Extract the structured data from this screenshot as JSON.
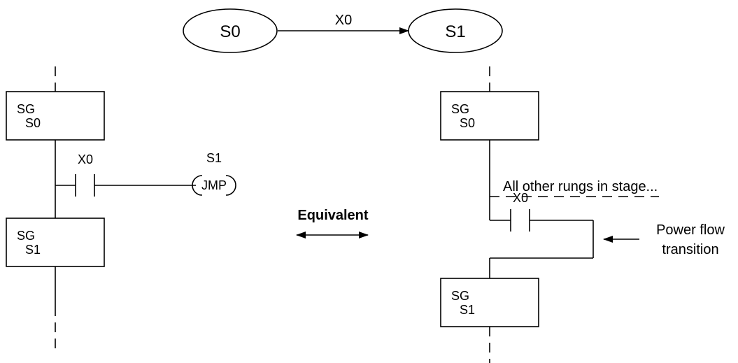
{
  "state_diagram": {
    "from_state": "S0",
    "to_state": "S1",
    "transition": "X0"
  },
  "left_ladder": {
    "stage1": {
      "prefix": "SG",
      "name": "S0"
    },
    "contact": "X0",
    "jump_target": "S1",
    "coil": "JMP",
    "stage2": {
      "prefix": "SG",
      "name": "S1"
    }
  },
  "center": {
    "label": "Equivalent"
  },
  "right_ladder": {
    "stage1": {
      "prefix": "SG",
      "name": "S0"
    },
    "other_rungs": "All other rungs in stage...",
    "contact": "X0",
    "power_flow_line1": "Power flow",
    "power_flow_line2": "transition",
    "stage2": {
      "prefix": "SG",
      "name": "S1"
    }
  }
}
